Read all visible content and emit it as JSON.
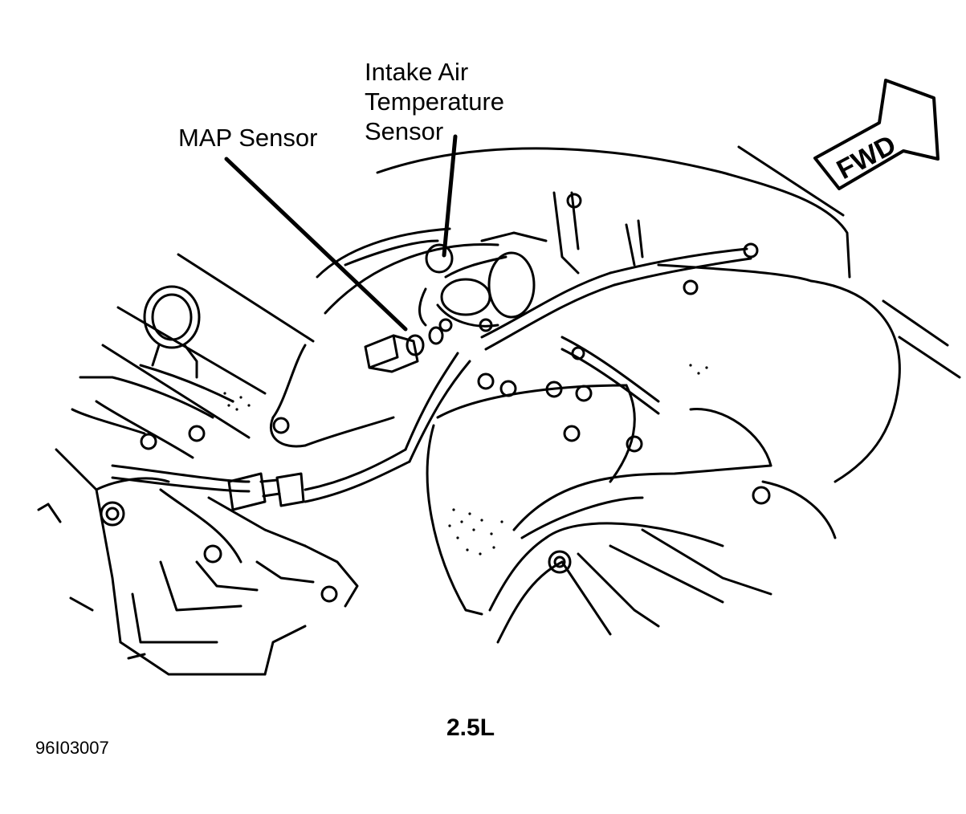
{
  "labels": {
    "intake_air_temperature_sensor": [
      "Intake Air",
      "Temperature",
      "Sensor"
    ],
    "map_sensor": "MAP Sensor",
    "direction": "FWD",
    "engine": "2.5L",
    "figure_id": "96I03007"
  },
  "colors": {
    "ink": "#000000",
    "paper": "#ffffff"
  }
}
